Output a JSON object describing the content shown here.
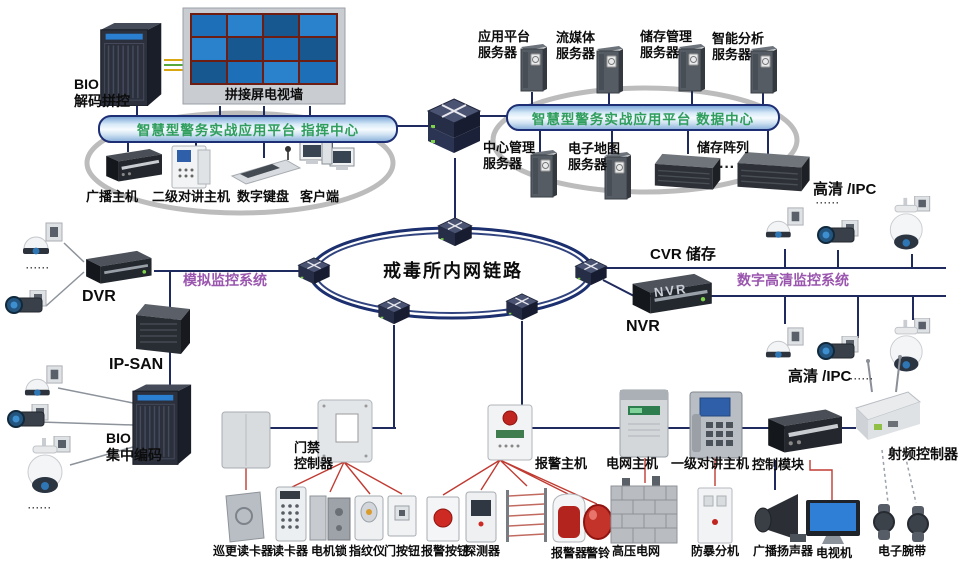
{
  "colors": {
    "pipe_text_green": "#2f9e5c",
    "system_label_purple": "#9a55ae",
    "network_line": "#1f2a5e",
    "device_wire_red": "#c03b32",
    "ring_blue": "#1c2f6e"
  },
  "ring": {
    "title": "戒毒所内网链路"
  },
  "pipes": {
    "left": "智慧型警务实战应用平台 指挥中心",
    "right": "智慧型警务实战应用平台 数据中心"
  },
  "labels": {
    "bio_decoder": "BIO\n解码拼控",
    "tv_wall": "拼接屏电视墙",
    "broadcast_host": "广播主机",
    "intercom_secondary": "二级对讲主机",
    "digital_keyboard": "数字键盘",
    "client": "客户端",
    "server_app": "应用平台\n服务器",
    "server_media": "流媒体\n服务器",
    "server_storage_mgmt": "储存管理\n服务器",
    "server_ai": "智能分析\n服务器",
    "server_central": "中心管理\n服务器",
    "server_map": "电子地图\n服务器",
    "storage_array": "储存阵列",
    "hd_ipc_top": "高清 /IPC",
    "hd_ipc_bottom": "高清 /IPC",
    "cvr_storage": "CVR 储存",
    "digital_system": "数字高清监控系统",
    "analog_system": "模拟监控系统",
    "nvr": "NVR",
    "nvr_badge": "NVR",
    "dvr": "DVR",
    "ipsan": "IP-SAN",
    "bio_encoder": "BIO\n集中编码",
    "access_controller": "门禁\n控制器",
    "patrol_reader": "巡更读卡器",
    "card_reader": "读卡器",
    "motor_lock": "电机锁",
    "fingerprint": "指纹仪",
    "door_button": "门按钮",
    "alarm_button": "报警按钮",
    "detector": "探测器",
    "alarm_host": "报警主机",
    "alarm_siren": "报警器",
    "alarm_bell": "警铃",
    "hv_grid": "高压电网",
    "grid_host": "电网主机",
    "intercom_primary": "一级对讲主机",
    "anti_riot": "防暴分机",
    "control_module": "控制模块",
    "speaker": "广播扬声器",
    "tv_set": "电视机",
    "rf_controller": "射频控制器",
    "wristband": "电子腕带"
  },
  "dots": "······",
  "storage_dots": "···"
}
